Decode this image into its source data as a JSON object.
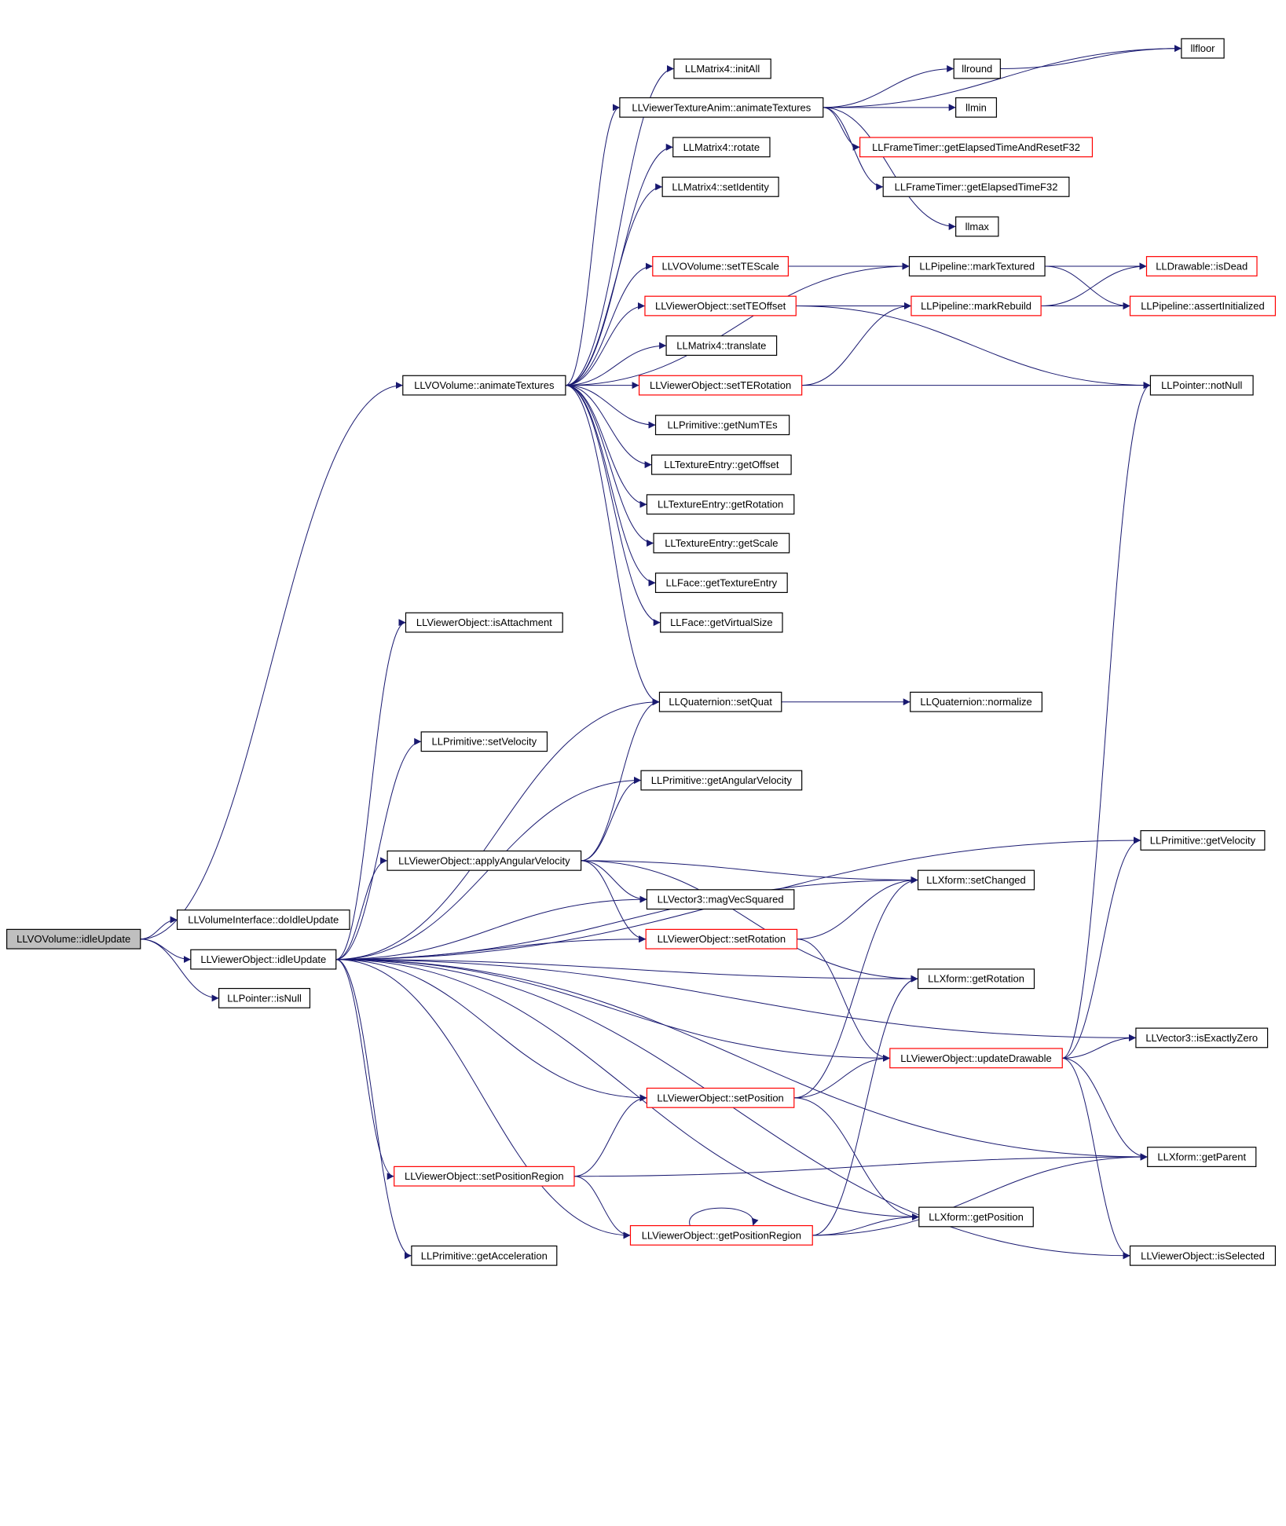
{
  "colors": {
    "edge": "#191970",
    "node_border_normal": "#000000",
    "node_border_truncated": "#ff0000",
    "root_fill": "#bfbfbf",
    "node_fill": "#ffffff"
  },
  "nodes": [
    {
      "id": "idleUpdate_vol",
      "label": "LLVOVolume::idleUpdate",
      "kind": "root"
    },
    {
      "id": "doIdleUpdate",
      "label": "LLVolumeInterface::doIdleUpdate",
      "kind": "normal"
    },
    {
      "id": "vo_idleUpdate",
      "label": "LLViewerObject::idleUpdate",
      "kind": "normal"
    },
    {
      "id": "isNull",
      "label": "LLPointer::isNull",
      "kind": "normal"
    },
    {
      "id": "animateTextures",
      "label": "LLVOVolume::animateTextures",
      "kind": "normal"
    },
    {
      "id": "initAll",
      "label": "LLMatrix4::initAll",
      "kind": "normal"
    },
    {
      "id": "vta_animateTextures",
      "label": "LLViewerTextureAnim::animateTextures",
      "kind": "normal"
    },
    {
      "id": "rotate",
      "label": "LLMatrix4::rotate",
      "kind": "normal"
    },
    {
      "id": "setIdentity",
      "label": "LLMatrix4::setIdentity",
      "kind": "normal"
    },
    {
      "id": "setTEScale",
      "label": "LLVOVolume::setTEScale",
      "kind": "truncated"
    },
    {
      "id": "setTEOffset",
      "label": "LLViewerObject::setTEOffset",
      "kind": "truncated"
    },
    {
      "id": "translate",
      "label": "LLMatrix4::translate",
      "kind": "normal"
    },
    {
      "id": "setTERotation",
      "label": "LLViewerObject::setTERotation",
      "kind": "truncated"
    },
    {
      "id": "getNumTEs",
      "label": "LLPrimitive::getNumTEs",
      "kind": "normal"
    },
    {
      "id": "te_getOffset",
      "label": "LLTextureEntry::getOffset",
      "kind": "normal"
    },
    {
      "id": "te_getRotation",
      "label": "LLTextureEntry::getRotation",
      "kind": "normal"
    },
    {
      "id": "te_getScale",
      "label": "LLTextureEntry::getScale",
      "kind": "normal"
    },
    {
      "id": "getTextureEntry",
      "label": "LLFace::getTextureEntry",
      "kind": "normal"
    },
    {
      "id": "getVirtualSize",
      "label": "LLFace::getVirtualSize",
      "kind": "normal"
    },
    {
      "id": "llfloor",
      "label": "llfloor",
      "kind": "normal"
    },
    {
      "id": "llround",
      "label": "llround",
      "kind": "normal"
    },
    {
      "id": "llmin",
      "label": "llmin",
      "kind": "normal"
    },
    {
      "id": "getElapsedTimeAndResetF32",
      "label": "LLFrameTimer::getElapsedTimeAndResetF32",
      "kind": "truncated"
    },
    {
      "id": "getElapsedTimeF32",
      "label": "LLFrameTimer::getElapsedTimeF32",
      "kind": "normal"
    },
    {
      "id": "llmax",
      "label": "llmax",
      "kind": "normal"
    },
    {
      "id": "markTextured",
      "label": "LLPipeline::markTextured",
      "kind": "normal"
    },
    {
      "id": "markRebuild",
      "label": "LLPipeline::markRebuild",
      "kind": "truncated"
    },
    {
      "id": "isDead",
      "label": "LLDrawable::isDead",
      "kind": "truncated"
    },
    {
      "id": "assertInitialized",
      "label": "LLPipeline::assertInitialized",
      "kind": "truncated"
    },
    {
      "id": "notNull",
      "label": "LLPointer::notNull",
      "kind": "normal"
    },
    {
      "id": "isAttachment",
      "label": "LLViewerObject::isAttachment",
      "kind": "normal"
    },
    {
      "id": "setQuat",
      "label": "LLQuaternion::setQuat",
      "kind": "normal"
    },
    {
      "id": "normalize",
      "label": "LLQuaternion::normalize",
      "kind": "normal"
    },
    {
      "id": "setVelocity",
      "label": "LLPrimitive::setVelocity",
      "kind": "normal"
    },
    {
      "id": "getAngularVelocity",
      "label": "LLPrimitive::getAngularVelocity",
      "kind": "normal"
    },
    {
      "id": "applyAngularVelocity",
      "label": "LLViewerObject::applyAngularVelocity",
      "kind": "normal"
    },
    {
      "id": "getVelocity",
      "label": "LLPrimitive::getVelocity",
      "kind": "normal"
    },
    {
      "id": "setChanged",
      "label": "LLXform::setChanged",
      "kind": "normal"
    },
    {
      "id": "magVecSquared",
      "label": "LLVector3::magVecSquared",
      "kind": "normal"
    },
    {
      "id": "setRotation",
      "label": "LLViewerObject::setRotation",
      "kind": "truncated"
    },
    {
      "id": "xf_getRotation",
      "label": "LLXform::getRotation",
      "kind": "normal"
    },
    {
      "id": "isExactlyZero",
      "label": "LLVector3::isExactlyZero",
      "kind": "normal"
    },
    {
      "id": "updateDrawable",
      "label": "LLViewerObject::updateDrawable",
      "kind": "truncated"
    },
    {
      "id": "setPosition",
      "label": "LLViewerObject::setPosition",
      "kind": "truncated"
    },
    {
      "id": "getParent",
      "label": "LLXform::getParent",
      "kind": "normal"
    },
    {
      "id": "setPositionRegion",
      "label": "LLViewerObject::setPositionRegion",
      "kind": "truncated"
    },
    {
      "id": "xf_getPosition",
      "label": "LLXform::getPosition",
      "kind": "normal"
    },
    {
      "id": "getPositionRegion",
      "label": "LLViewerObject::getPositionRegion",
      "kind": "truncated"
    },
    {
      "id": "getAcceleration",
      "label": "LLPrimitive::getAcceleration",
      "kind": "normal"
    },
    {
      "id": "isSelected",
      "label": "LLViewerObject::isSelected",
      "kind": "normal"
    }
  ],
  "edges": [
    [
      "idleUpdate_vol",
      "doIdleUpdate"
    ],
    [
      "idleUpdate_vol",
      "vo_idleUpdate"
    ],
    [
      "idleUpdate_vol",
      "isNull"
    ],
    [
      "idleUpdate_vol",
      "animateTextures"
    ],
    [
      "animateTextures",
      "initAll"
    ],
    [
      "animateTextures",
      "vta_animateTextures"
    ],
    [
      "animateTextures",
      "rotate"
    ],
    [
      "animateTextures",
      "setIdentity"
    ],
    [
      "animateTextures",
      "markTextured"
    ],
    [
      "animateTextures",
      "setTEScale"
    ],
    [
      "animateTextures",
      "setTEOffset"
    ],
    [
      "animateTextures",
      "translate"
    ],
    [
      "animateTextures",
      "setTERotation"
    ],
    [
      "animateTextures",
      "getNumTEs"
    ],
    [
      "animateTextures",
      "te_getOffset"
    ],
    [
      "animateTextures",
      "te_getRotation"
    ],
    [
      "animateTextures",
      "te_getScale"
    ],
    [
      "animateTextures",
      "getTextureEntry"
    ],
    [
      "animateTextures",
      "getVirtualSize"
    ],
    [
      "animateTextures",
      "setQuat"
    ],
    [
      "vta_animateTextures",
      "llfloor"
    ],
    [
      "vta_animateTextures",
      "llround"
    ],
    [
      "vta_animateTextures",
      "llmin"
    ],
    [
      "vta_animateTextures",
      "getElapsedTimeAndResetF32"
    ],
    [
      "vta_animateTextures",
      "getElapsedTimeF32"
    ],
    [
      "vta_animateTextures",
      "llmax"
    ],
    [
      "llround",
      "llfloor"
    ],
    [
      "setTEScale",
      "markTextured"
    ],
    [
      "setTEOffset",
      "markRebuild"
    ],
    [
      "setTEOffset",
      "notNull"
    ],
    [
      "setTERotation",
      "markRebuild"
    ],
    [
      "setTERotation",
      "notNull"
    ],
    [
      "markTextured",
      "isDead"
    ],
    [
      "markTextured",
      "assertInitialized"
    ],
    [
      "markRebuild",
      "isDead"
    ],
    [
      "markRebuild",
      "assertInitialized"
    ],
    [
      "vo_idleUpdate",
      "isAttachment"
    ],
    [
      "vo_idleUpdate",
      "setQuat"
    ],
    [
      "vo_idleUpdate",
      "setVelocity"
    ],
    [
      "vo_idleUpdate",
      "getAngularVelocity"
    ],
    [
      "vo_idleUpdate",
      "applyAngularVelocity"
    ],
    [
      "vo_idleUpdate",
      "getVelocity"
    ],
    [
      "vo_idleUpdate",
      "setChanged"
    ],
    [
      "vo_idleUpdate",
      "magVecSquared"
    ],
    [
      "vo_idleUpdate",
      "setRotation"
    ],
    [
      "vo_idleUpdate",
      "xf_getRotation"
    ],
    [
      "vo_idleUpdate",
      "isExactlyZero"
    ],
    [
      "vo_idleUpdate",
      "updateDrawable"
    ],
    [
      "vo_idleUpdate",
      "setPosition"
    ],
    [
      "vo_idleUpdate",
      "getParent"
    ],
    [
      "vo_idleUpdate",
      "setPositionRegion"
    ],
    [
      "vo_idleUpdate",
      "getPositionRegion"
    ],
    [
      "vo_idleUpdate",
      "getAcceleration"
    ],
    [
      "vo_idleUpdate",
      "xf_getPosition"
    ],
    [
      "vo_idleUpdate",
      "isSelected"
    ],
    [
      "setQuat",
      "normalize"
    ],
    [
      "applyAngularVelocity",
      "setQuat"
    ],
    [
      "applyAngularVelocity",
      "getAngularVelocity"
    ],
    [
      "applyAngularVelocity",
      "setChanged"
    ],
    [
      "applyAngularVelocity",
      "magVecSquared"
    ],
    [
      "applyAngularVelocity",
      "setRotation"
    ],
    [
      "applyAngularVelocity",
      "xf_getRotation"
    ],
    [
      "setRotation",
      "setChanged"
    ],
    [
      "setRotation",
      "updateDrawable"
    ],
    [
      "updateDrawable",
      "notNull"
    ],
    [
      "updateDrawable",
      "getVelocity"
    ],
    [
      "updateDrawable",
      "isExactlyZero"
    ],
    [
      "updateDrawable",
      "getParent"
    ],
    [
      "updateDrawable",
      "isSelected"
    ],
    [
      "setPosition",
      "setChanged"
    ],
    [
      "setPosition",
      "updateDrawable"
    ],
    [
      "setPosition",
      "xf_getPosition"
    ],
    [
      "setPositionRegion",
      "setPosition"
    ],
    [
      "setPositionRegion",
      "getParent"
    ],
    [
      "setPositionRegion",
      "getPositionRegion"
    ],
    [
      "getPositionRegion",
      "getPositionRegion"
    ],
    [
      "getPositionRegion",
      "xf_getPosition"
    ],
    [
      "getPositionRegion",
      "xf_getRotation"
    ],
    [
      "getPositionRegion",
      "getParent"
    ]
  ]
}
